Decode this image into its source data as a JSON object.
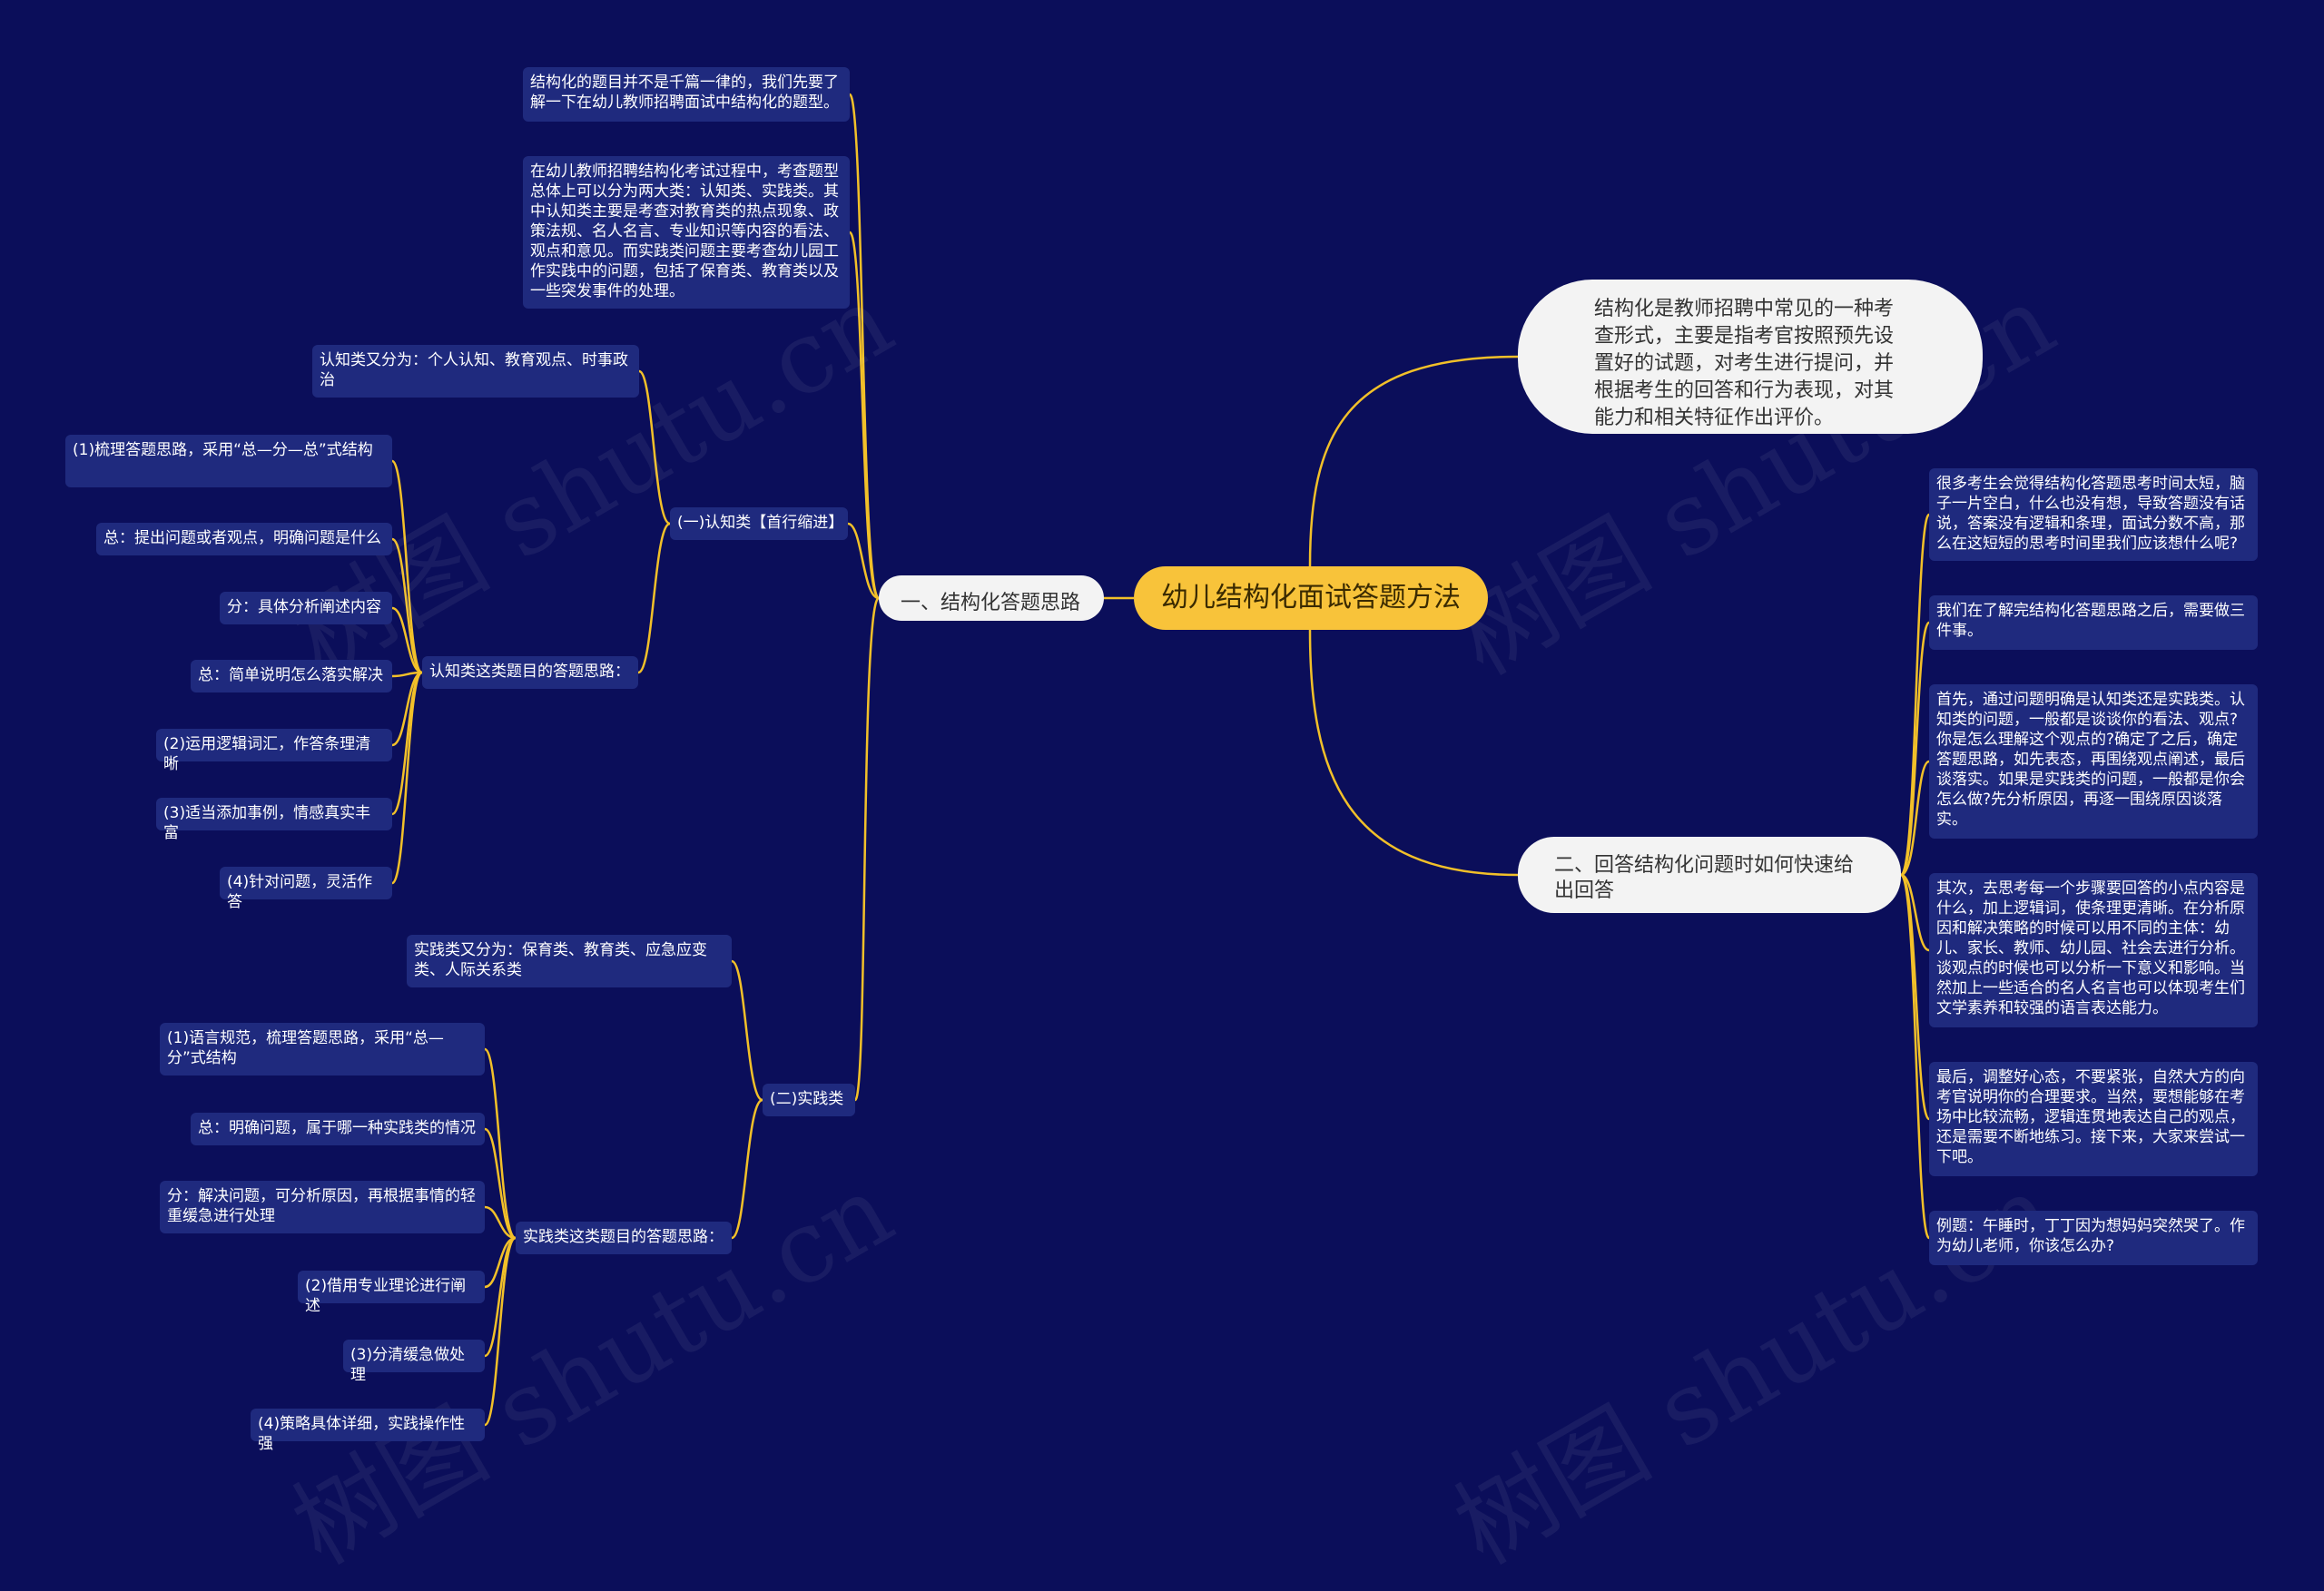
{
  "root": "幼儿结构化面试答题方法",
  "left": {
    "branch1": "一、结构化答题思路",
    "intro1": "结构化的题目并不是千篇一律的，我们先要了解一下在幼儿教师招聘面试中结构化的题型。",
    "intro2": "在幼儿教师招聘结构化考试过程中，考查题型总体上可以分为两大类：认知类、实践类。其中认知类主要是考查对教育类的热点现象、政策法规、名人名言、专业知识等内容的看法、观点和意见。而实践类问题主要考查幼儿园工作实践中的问题，包括了保育类、教育类以及一些突发事件的处理。",
    "cog": {
      "label": "(一)认知类【首行缩进】",
      "types": "认知类又分为：个人认知、教育观点、时事政治",
      "approach": "认知类这类题目的答题思路：",
      "steps": [
        "(1)梳理答题思路，采用“总—分—总”式结构",
        "总：提出问题或者观点，明确问题是什么",
        "分：具体分析阐述内容",
        "总：简单说明怎么落实解决",
        "(2)运用逻辑词汇，作答条理清晰",
        "(3)适当添加事例，情感真实丰富",
        "(4)针对问题，灵活作答"
      ]
    },
    "prac": {
      "label": "(二)实践类",
      "types": "实践类又分为：保育类、教育类、应急应变类、人际关系类",
      "approach": "实践类这类题目的答题思路：",
      "steps": [
        "(1)语言规范，梳理答题思路，采用“总—分”式结构",
        "总：明确问题，属于哪一种实践类的情况",
        "分：解决问题，可分析原因，再根据事情的轻重缓急进行处理",
        "(2)借用专业理论进行阐述",
        "(3)分清缓急做处理",
        "(4)策略具体详细，实践操作性强"
      ]
    }
  },
  "right": {
    "desc": "结构化是教师招聘中常见的一种考查形式，主要是指考官按照预先设置好的试题，对考生进行提问，并根据考生的回答和行为表现，对其能力和相关特征作出评价。",
    "branch2": "二、回答结构化问题时如何快速给出回答",
    "items": [
      "很多考生会觉得结构化答题思考时间太短，脑子一片空白，什么也没有想，导致答题没有话说，答案没有逻辑和条理，面试分数不高，那么在这短短的思考时间里我们应该想什么呢?",
      "我们在了解完结构化答题思路之后，需要做三件事。",
      "首先，通过问题明确是认知类还是实践类。认知类的问题，一般都是谈谈你的看法、观点?你是怎么理解这个观点的?确定了之后，确定答题思路，如先表态，再围绕观点阐述，最后谈落实。如果是实践类的问题，一般都是你会怎么做?先分析原因，再逐一围绕原因谈落实。",
      "其次，去思考每一个步骤要回答的小点内容是什么，加上逻辑词，使条理更清晰。在分析原因和解决策略的时候可以用不同的主体：幼儿、家长、教师、幼儿园、社会去进行分析。谈观点的时候也可以分析一下意义和影响。当然加上一些适合的名人名言也可以体现考生们文学素养和较强的语言表达能力。",
      "最后，调整好心态，不要紧张，自然大方的向考官说明你的合理要求。当然，要想能够在考场中比较流畅，逻辑连贯地表达自己的观点，还是需要不断地练习。接下来，大家来尝试一下吧。",
      "例题：午睡时，丁丁因为想妈妈突然哭了。作为幼儿老师，你该怎么办?"
    ]
  },
  "watermark": "树图 shutu.cn",
  "colors": {
    "background": "#0b0e5a",
    "line": "#f2c029",
    "root": "#f8c33a",
    "leaf": "#1f2a7e"
  }
}
